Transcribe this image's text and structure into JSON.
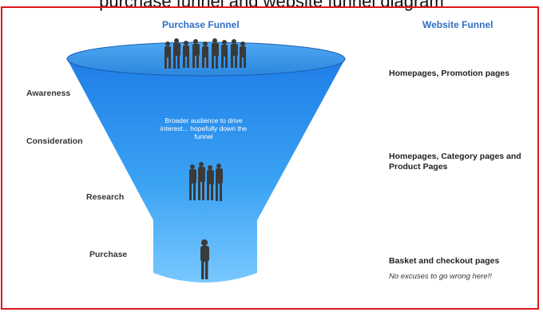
{
  "caption": "purchase funnel and website funnel diagram",
  "headings": {
    "purchase_funnel": "Purchase Funnel",
    "website_funnel": "Website Funnel"
  },
  "stages": [
    "Awareness",
    "Consideration",
    "Research",
    "Purchase"
  ],
  "funnel_note": "Broader audience to drive interest... hopefully down the funnel",
  "website_pages": {
    "top": "Homepages, Promotion pages",
    "middle": "Homepages, Category pages and Product Pages",
    "bottom": "Basket and checkout pages"
  },
  "bottom_note": "No excuses to go wrong here!!",
  "colors": {
    "frame_border": "#e0151b",
    "heading_blue": "#2f6fc4",
    "funnel_top": "#1f7ee8",
    "funnel_bottom": "#73c4ff",
    "silhouettes": "#3a3a3a"
  }
}
